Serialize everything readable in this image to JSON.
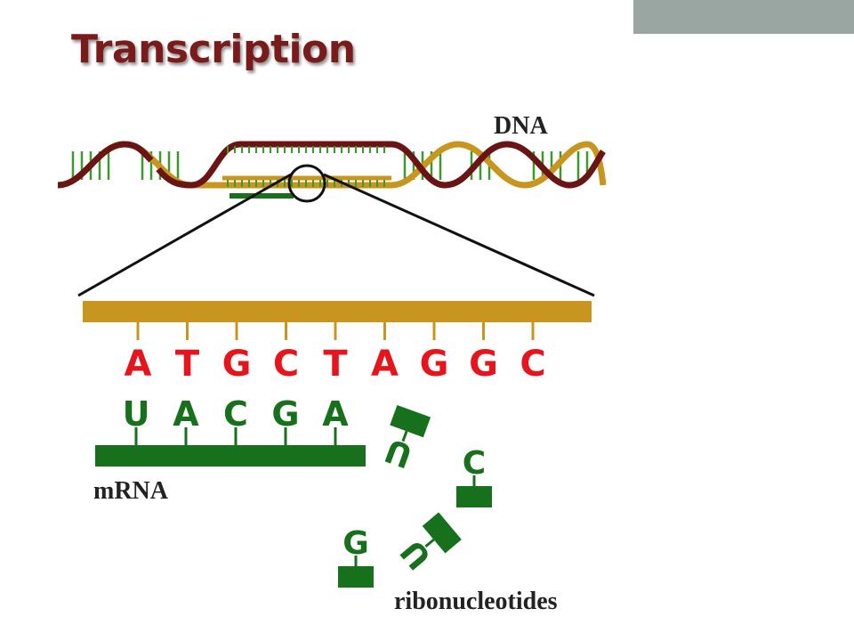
{
  "title": "Transcription",
  "labels": {
    "dna": "DNA",
    "mrna": "mRNA",
    "ribonucleotides": "ribonucleotides"
  },
  "template_strand": {
    "bases": [
      "A",
      "T",
      "G",
      "C",
      "T",
      "A",
      "G",
      "G",
      "C"
    ],
    "strand_color": "#c8961e",
    "base_color": "#e8141c"
  },
  "mrna_strand": {
    "bases": [
      "U",
      "A",
      "C",
      "G",
      "A"
    ],
    "color": "#16701c"
  },
  "free_ribonucleotides": [
    "U",
    "C",
    "U",
    "G"
  ],
  "colors": {
    "dna_dark": "#6a1414",
    "dna_gold": "#c8961e",
    "rungs": "#3a9a2a",
    "corner_bar": "#9aa6a2"
  }
}
